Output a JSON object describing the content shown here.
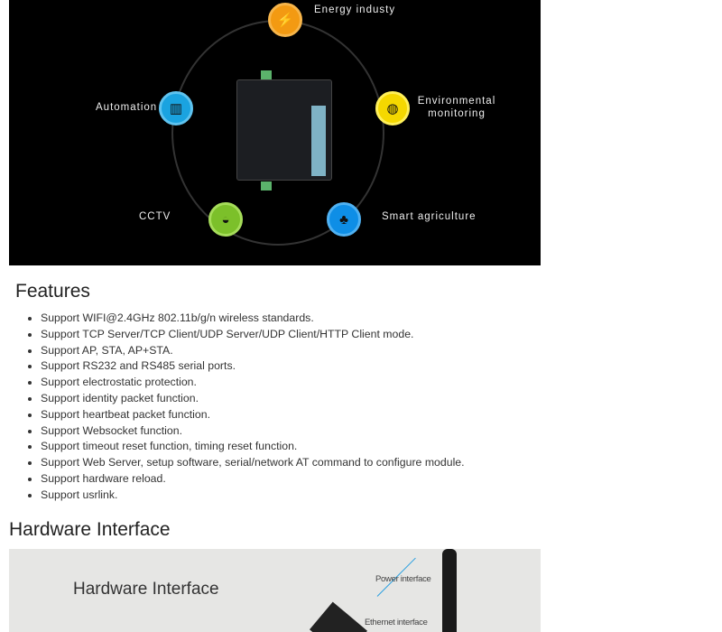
{
  "banner": {
    "labels": {
      "energy": "Energy industy",
      "automation": "Automation",
      "environmental": "Environmental monitoring",
      "cctv": "CCTV",
      "agriculture": "Smart agriculture"
    },
    "colors": {
      "energy": "#f39a12",
      "automation": "#1aa3e0",
      "environmental": "#f5d800",
      "cctv": "#7cc02a",
      "agriculture": "#0e8ee6"
    }
  },
  "features": {
    "title": "Features",
    "items": [
      "Support WIFI@2.4GHz 802.11b/g/n wireless standards.",
      "Support TCP Server/TCP Client/UDP Server/UDP Client/HTTP Client mode.",
      "Support AP, STA, AP+STA.",
      "Support RS232 and RS485 serial ports.",
      "Support electrostatic protection.",
      "Support identity packet function.",
      "Support heartbeat packet function.",
      "Support Websocket function.",
      "Support timeout reset function, timing reset function.",
      "Support Web Server, setup software, serial/network AT command to configure module.",
      "Support hardware reload.",
      "Support usrlink."
    ]
  },
  "hardware": {
    "title": "Hardware Interface",
    "image_title": "Hardware Interface",
    "power": "Power interface",
    "ethernet": "Ethernet interface"
  }
}
